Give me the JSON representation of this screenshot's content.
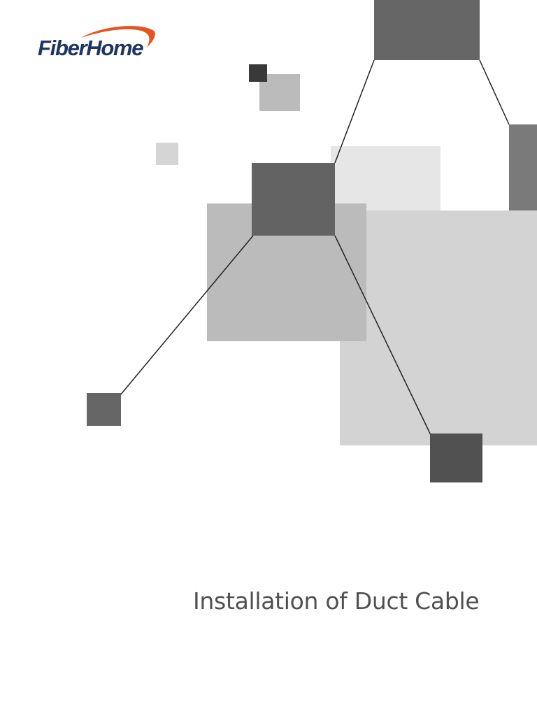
{
  "cover": {
    "brand": "FiberHome",
    "title": "Installation of Duct Cable"
  },
  "colors": {
    "brand_navy": "#1f3566",
    "brand_orange": "#e8541d",
    "title_gray": "#505050",
    "block_dark": "#393939",
    "block_medium": "#636363",
    "block_light": "#bbbbbb",
    "block_pale": "#d3d3d3",
    "block_faint": "#e6e6e6"
  },
  "icons": {
    "logo": "fiberhome-logo",
    "decoration": "network-node-graphic"
  }
}
